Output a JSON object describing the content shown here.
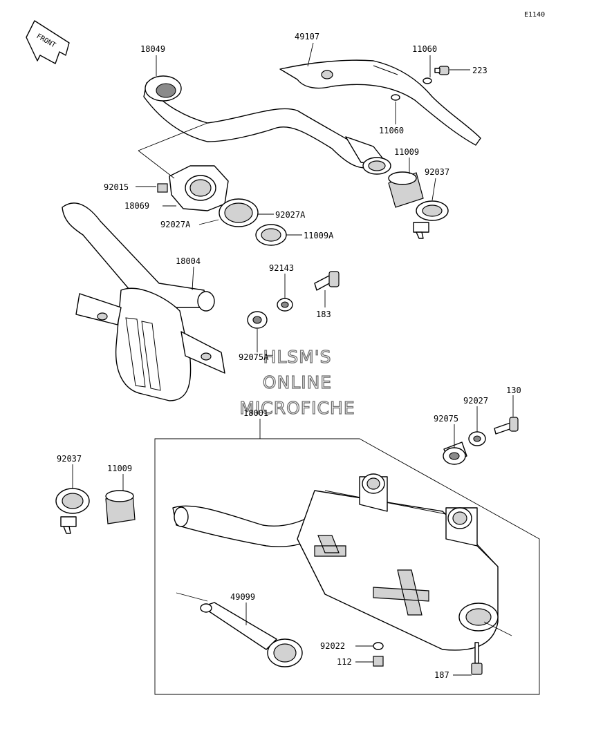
{
  "diagram": {
    "ref_code": "E1140",
    "front_label": "FRONT",
    "watermark": [
      "HLSM'S",
      "ONLINE",
      "MICROFICHE"
    ],
    "labels": {
      "p18049": "18049",
      "p49107": "49107",
      "p11060_top": "11060",
      "p223": "223",
      "p11060_mid": "11060",
      "p11009_top": "11009",
      "p92037_top": "92037",
      "p92015": "92015",
      "p18069": "18069",
      "p92027A_right": "92027A",
      "p92027A_left": "92027A",
      "p11009A": "11009A",
      "p18004": "18004",
      "p92143": "92143",
      "p183": "183",
      "p92075A": "92075A",
      "p18001": "18001",
      "p92027": "92027",
      "p130": "130",
      "p92075": "92075",
      "p92037_bottom": "92037",
      "p11009_bottom": "11009",
      "p49099": "49099",
      "p92022": "92022",
      "p112": "112",
      "p187": "187"
    }
  }
}
